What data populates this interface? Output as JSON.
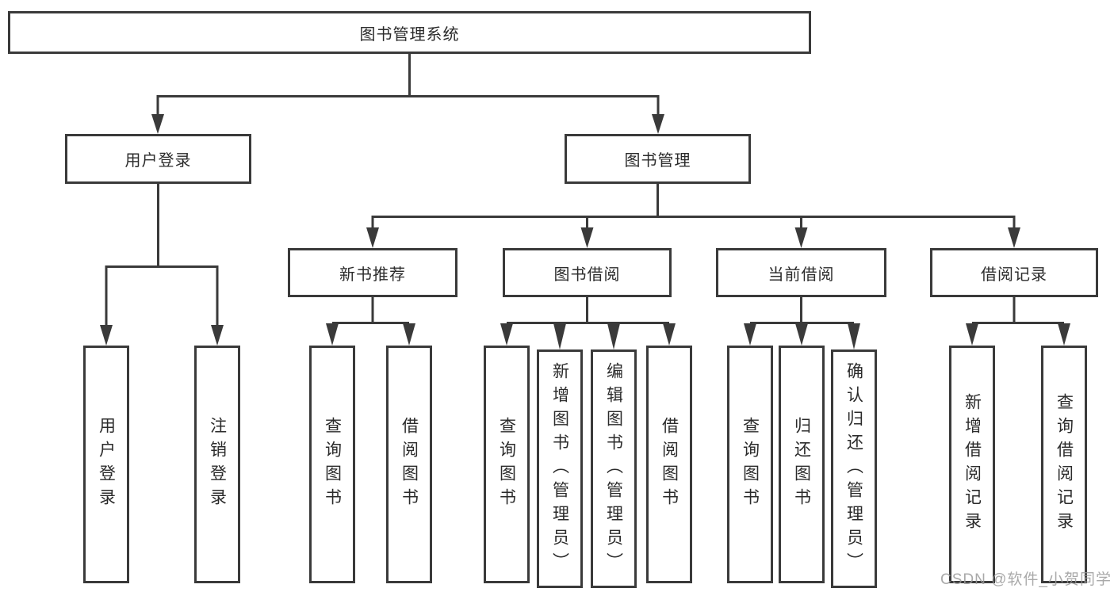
{
  "colors": {
    "line": "#3a3a3a",
    "box_border": "#3a3a3a",
    "box_fill": "#ffffff",
    "text": "#2b2b2b",
    "watermark": "#9b9b9b"
  },
  "watermark": {
    "text": "CSDN @软件_小贺同学"
  },
  "tree": {
    "root": {
      "label": "图书管理系统",
      "children": [
        {
          "label": "用户登录",
          "children": [
            {
              "label": "用户登录"
            },
            {
              "label": "注销登录"
            }
          ]
        },
        {
          "label": "图书管理",
          "children": [
            {
              "label": "新书推荐",
              "children": [
                {
                  "label": "查询图书"
                },
                {
                  "label": "借阅图书"
                }
              ]
            },
            {
              "label": "图书借阅",
              "children": [
                {
                  "label": "查询图书"
                },
                {
                  "label": "新增图书（管理员）"
                },
                {
                  "label": "编辑图书（管理员）"
                },
                {
                  "label": "借阅图书"
                }
              ]
            },
            {
              "label": "当前借阅",
              "children": [
                {
                  "label": "查询图书"
                },
                {
                  "label": "归还图书"
                },
                {
                  "label": "确认归还（管理员）"
                }
              ]
            },
            {
              "label": "借阅记录",
              "children": [
                {
                  "label": "新增借阅记录"
                },
                {
                  "label": "查询借阅记录"
                }
              ]
            }
          ]
        }
      ]
    }
  }
}
